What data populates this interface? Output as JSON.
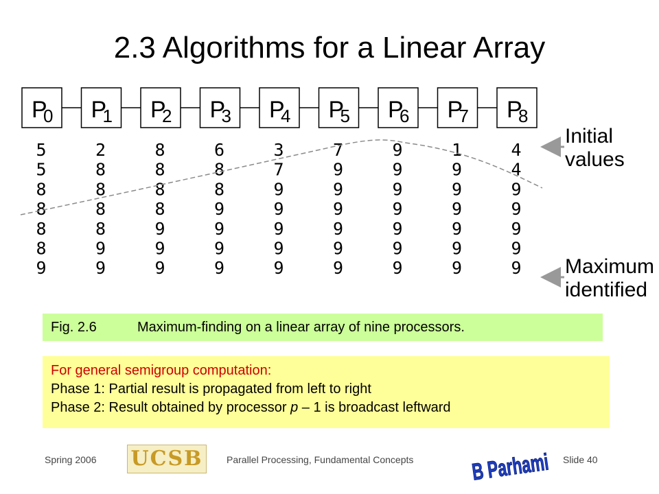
{
  "title": "2.3  Algorithms for a Linear Array",
  "processors": [
    {
      "letter": "P",
      "sub": "0"
    },
    {
      "letter": "P",
      "sub": "1"
    },
    {
      "letter": "P",
      "sub": "2"
    },
    {
      "letter": "P",
      "sub": "3"
    },
    {
      "letter": "P",
      "sub": "4"
    },
    {
      "letter": "P",
      "sub": "5"
    },
    {
      "letter": "P",
      "sub": "6"
    },
    {
      "letter": "P",
      "sub": "7"
    },
    {
      "letter": "P",
      "sub": "8"
    }
  ],
  "value_rows": [
    [
      5,
      2,
      8,
      6,
      3,
      7,
      9,
      1,
      4
    ],
    [
      5,
      8,
      8,
      8,
      7,
      9,
      9,
      9,
      4
    ],
    [
      8,
      8,
      8,
      8,
      9,
      9,
      9,
      9,
      9
    ],
    [
      8,
      8,
      8,
      9,
      9,
      9,
      9,
      9,
      9
    ],
    [
      8,
      8,
      9,
      9,
      9,
      9,
      9,
      9,
      9
    ],
    [
      8,
      9,
      9,
      9,
      9,
      9,
      9,
      9,
      9
    ],
    [
      9,
      9,
      9,
      9,
      9,
      9,
      9,
      9,
      9
    ]
  ],
  "labels": {
    "initial": [
      "Initial",
      "values"
    ],
    "maximum": [
      "Maximum",
      "identified"
    ]
  },
  "caption": {
    "fig": "Fig. 2.6",
    "text": "Maximum-finding on a linear array of nine processors."
  },
  "note": {
    "heading": "For general semigroup computation:",
    "phase1": "Phase 1: Partial result is propagated from left to right",
    "phase2_before": "Phase 2: Result obtained by processor ",
    "phase2_var": "p",
    "phase2_after": " – 1 is broadcast leftward"
  },
  "footer": {
    "left": "Spring 2006",
    "logo": "UCSB",
    "center": "Parallel Processing, Fundamental Concepts",
    "right": "Slide 40",
    "signature": "B Parhami"
  },
  "colors": {
    "caption_bg": "#ccff99",
    "note_bg": "#ffff99",
    "note_heading": "#cc0000",
    "ucsb_gold": "#c79a26",
    "signature_blue": "#1f3fbf"
  }
}
